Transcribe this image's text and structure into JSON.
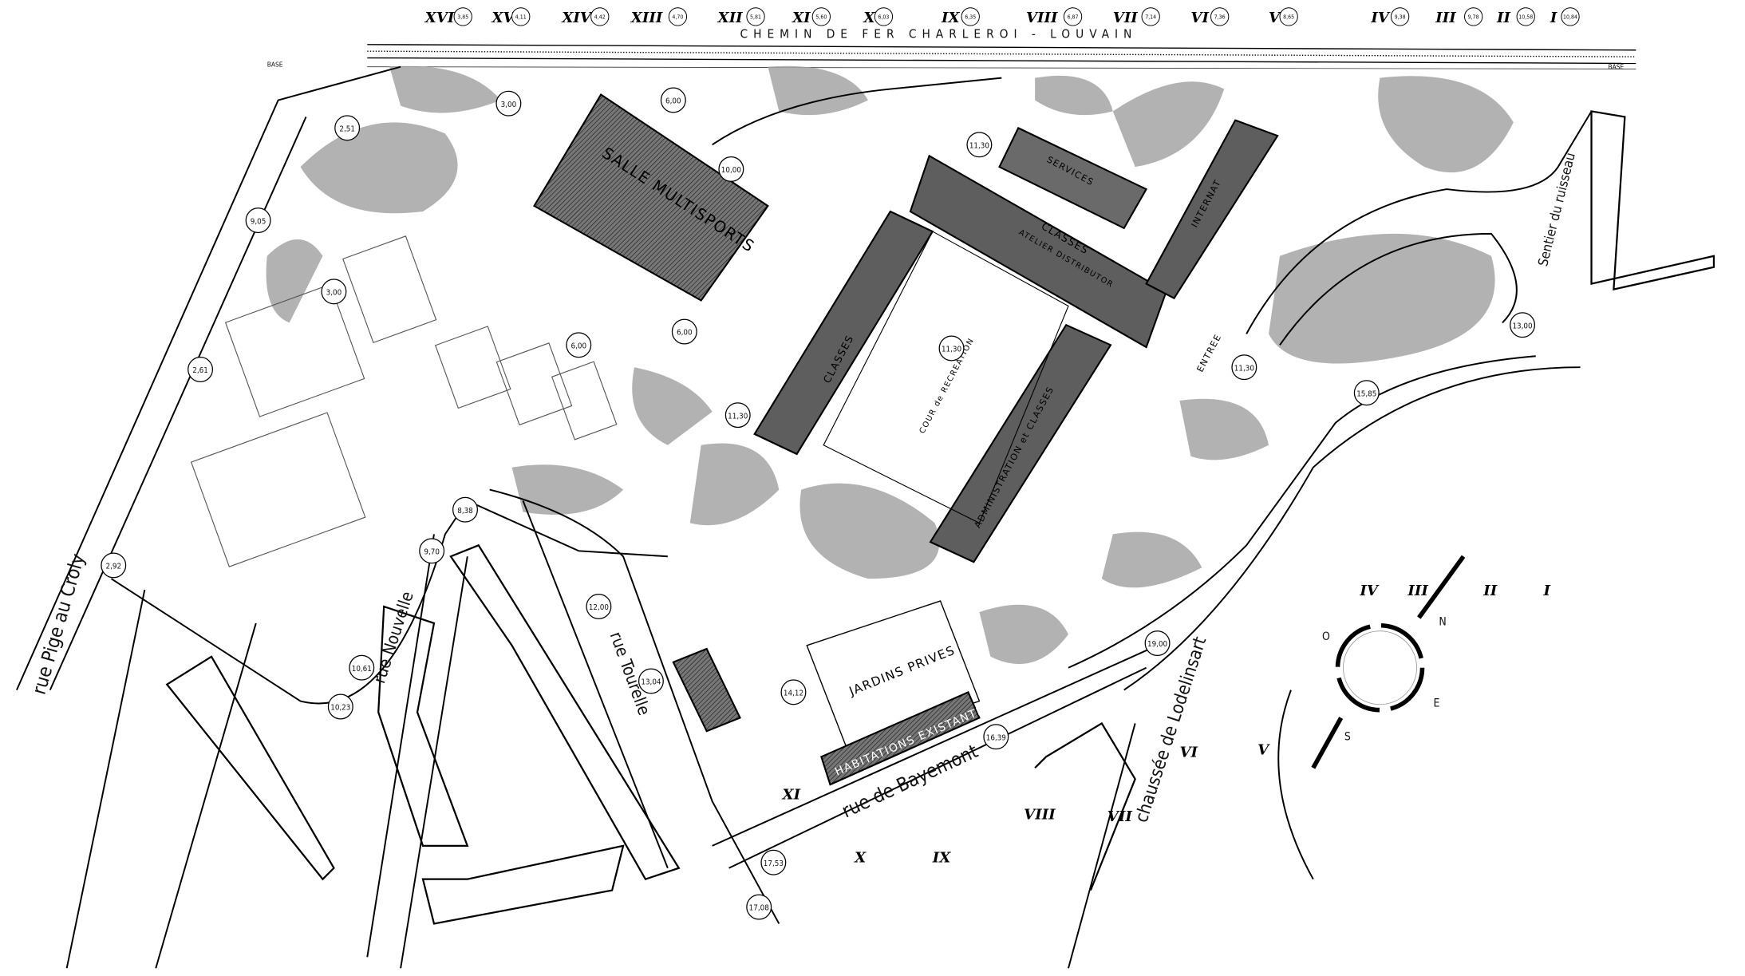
{
  "railway": {
    "label": "CHEMIN DE FER CHARLEROI - LOUVAIN",
    "base_left": "BASE",
    "base_right": "BASE"
  },
  "top_profiles": [
    {
      "numeral": "XVI",
      "elev": "3,85"
    },
    {
      "numeral": "XV",
      "elev": "4,11"
    },
    {
      "numeral": "XIV",
      "elev": "4,42"
    },
    {
      "numeral": "XIII",
      "elev": "4,70"
    },
    {
      "numeral": "XII",
      "elev": "5,81"
    },
    {
      "numeral": "XI",
      "elev": "5,60"
    },
    {
      "numeral": "X",
      "elev": "6,03"
    },
    {
      "numeral": "IX",
      "elev": "6,35"
    },
    {
      "numeral": "VIII",
      "elev": "6,87"
    },
    {
      "numeral": "VII",
      "elev": "7,14"
    },
    {
      "numeral": "VI",
      "elev": "7,36"
    },
    {
      "numeral": "V",
      "elev": "8,65"
    },
    {
      "numeral": "IV",
      "elev": "9,38"
    },
    {
      "numeral": "III",
      "elev": "9,78"
    },
    {
      "numeral": "II",
      "elev": "10,58"
    },
    {
      "numeral": "I",
      "elev": "10,84"
    }
  ],
  "buildings": {
    "multisports": "SALLE MULTISPORTS",
    "classes_left": "CLASSES",
    "classes_top": "CLASSES",
    "classes_top_sub": "ATELIER DISTRIBUTOR",
    "services": "SERVICES",
    "internat": "INTERNAT",
    "admin": "ADMINISTRATION et CLASSES",
    "cour": "COUR de RECREATION",
    "entree": "ENTREE",
    "jardins": "JARDINS PRIVES",
    "habitations": "HABITATIONS EXISTANTES"
  },
  "streets": {
    "pige": "rue Pige au Croly",
    "nouvelle": "rue Nouvelle",
    "tourelle": "rue Tourelle",
    "bayemont": "rue de Bayemont",
    "lodelinsart": "chaussée de Lodelinsart",
    "sentier": "Sentier du ruisseau"
  },
  "elevations": [
    "2,51",
    "3,00",
    "6,00",
    "10,00",
    "11,30",
    "9,05",
    "3,00",
    "2,61",
    "6,00",
    "6,00",
    "11,30",
    "11,30",
    "11,30",
    "13,00",
    "15,85",
    "2,92",
    "8,38",
    "9,70",
    "10,61",
    "10,23",
    "12,00",
    "13,04",
    "14,12",
    "16,39",
    "17,53",
    "17,08",
    "19,00"
  ],
  "bottom_profiles": [
    "XI",
    "X",
    "IX",
    "VIII",
    "VII",
    "VI",
    "V"
  ],
  "compass": {
    "N": "N",
    "E": "E",
    "S": "S",
    "O": "O",
    "numerals": [
      "IV",
      "III",
      "II",
      "I"
    ]
  },
  "colors": {
    "ink": "#000000",
    "grey_patch": "#9a9a9a",
    "building": "#5a5a5a"
  }
}
